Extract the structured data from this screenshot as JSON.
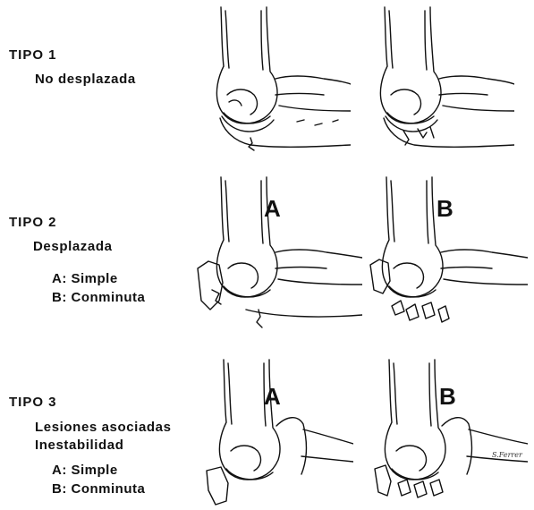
{
  "rows": [
    {
      "tipo": "TIPO 1",
      "lines": [
        "No desplazada"
      ],
      "options": [],
      "letters": [
        "",
        ""
      ]
    },
    {
      "tipo": "TIPO 2",
      "lines": [
        "Desplazada"
      ],
      "options": [
        "A: Simple",
        "B: Conminuta"
      ],
      "letters": [
        "A",
        "B"
      ]
    },
    {
      "tipo": "TIPO 3",
      "lines": [
        "Lesiones asociadas",
        "Inestabilidad"
      ],
      "options": [
        "A: Simple",
        "B: Conminuta"
      ],
      "letters": [
        "A",
        "B"
      ]
    }
  ],
  "signature": "S.Ferrer",
  "colors": {
    "ink": "#111111",
    "background": "#ffffff"
  }
}
